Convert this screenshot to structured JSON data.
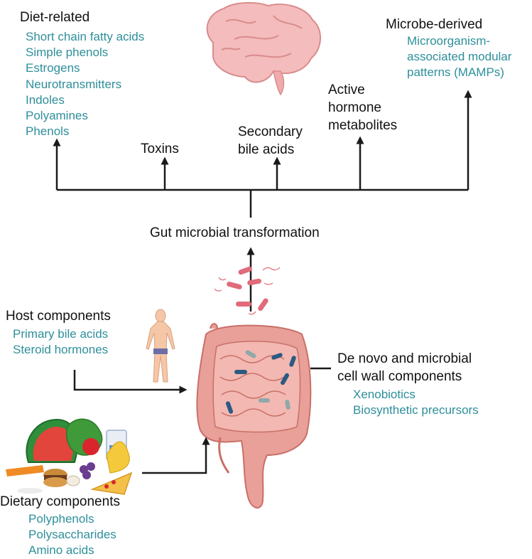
{
  "colors": {
    "heading": "#111111",
    "teal": "#2e8f9a",
    "line": "#1a1a1a",
    "gut": "#e59b93",
    "brain": "#f2b8b8"
  },
  "diet_related": {
    "title": "Diet-related",
    "items": [
      "Short chain fatty acids",
      "Simple phenols",
      "Estrogens",
      "Neurotransmitters",
      "Indoles",
      "Polyamines",
      "Phenols"
    ]
  },
  "toxins": {
    "title": "Toxins"
  },
  "secondary_bile_acids": {
    "line1": "Secondary",
    "line2": "bile acids"
  },
  "active_hormone": {
    "line1": "Active",
    "line2": "hormone",
    "line3": "metabolites"
  },
  "microbe_derived": {
    "title": "Microbe-derived",
    "items": [
      "Microorganism-",
      "associated modular",
      "patterns (MAMPs)"
    ]
  },
  "gut_transformation": {
    "title": "Gut microbial transformation"
  },
  "host_components": {
    "title": "Host components",
    "items": [
      "Primary bile acids",
      "Steroid hormones"
    ]
  },
  "de_novo": {
    "line1": "De novo and microbial",
    "line2": "cell wall components",
    "items": [
      "Xenobiotics",
      "Biosynthetic precursors"
    ]
  },
  "dietary_components": {
    "title": "Dietary components",
    "items": [
      "Polyphenols",
      "Polysaccharides",
      "Amino acids"
    ]
  },
  "icons": [
    "brain-icon",
    "bacteria-icon",
    "human-figure-icon",
    "intestine-icon",
    "food-icon"
  ]
}
